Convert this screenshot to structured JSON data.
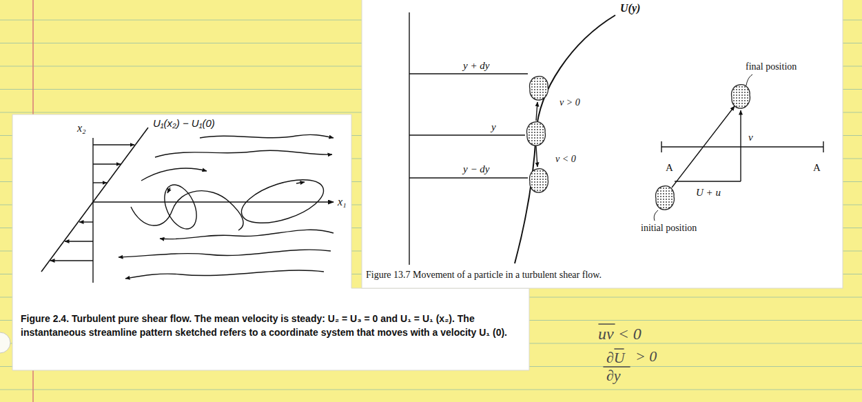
{
  "diagram": {
    "labels": [
      "x₂",
      "U₁(x₂) − U₁(0)",
      "x₁",
      "Figure 2.4. Turbulent pure shear flow. The mean velocity is steady: U₂ = U₃ = 0 and U₁ = U₁ (x₂). The instantaneous streamline pattern sketched refers to a coordinate system that moves with a velocity U₁ (0).",
      "U(y)",
      "y + dy",
      "v > 0",
      "y",
      "v < 0",
      "y − dy",
      "final position",
      "A",
      "A",
      "v",
      "U + u",
      "initial position",
      "Figure 13.7 Movement of a particle in a turbulent shear flow.",
      "uv < 0",
      "∂U",
      "∂y",
      "> 0"
    ]
  }
}
